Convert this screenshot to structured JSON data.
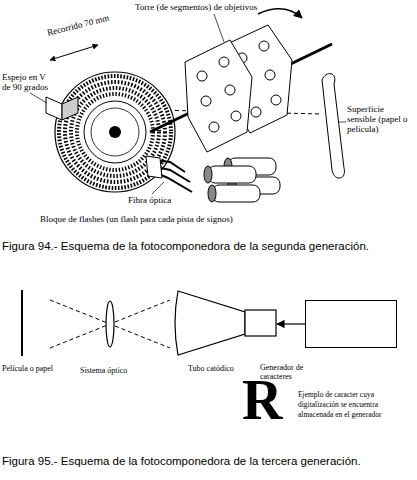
{
  "diagram": {
    "nodes": [
      {
        "text": [
          "Película o papel"
        ]
      },
      {
        "text": [
          "Sistema óptico"
        ]
      },
      {
        "text": [
          "Tubo catódico"
        ]
      },
      {
        "text": [
          "Generador de caracteres"
        ]
      }
    ],
    "edges": [
      {
        "from": 3,
        "to": 2,
        "arrow": "to"
      }
    ],
    "labels": [
      "Torre (de segmentos) de objetivos",
      "Recorrido 70 mm",
      "Espejo en V de 90 grados",
      "Superficie sensible (papel o película)",
      "Fibra óptica",
      "Bloque de flashes (un flash para cada pista de signos)",
      "Figura 94.- Esquema de la fotocomponedora de la segunda generación.",
      "R",
      "Ejemplo de caracter cuya digitalización se encuentra almacenada en el generador",
      "Figura 95.- Esquema de la fotocomponedora de la tercera generación."
    ]
  }
}
